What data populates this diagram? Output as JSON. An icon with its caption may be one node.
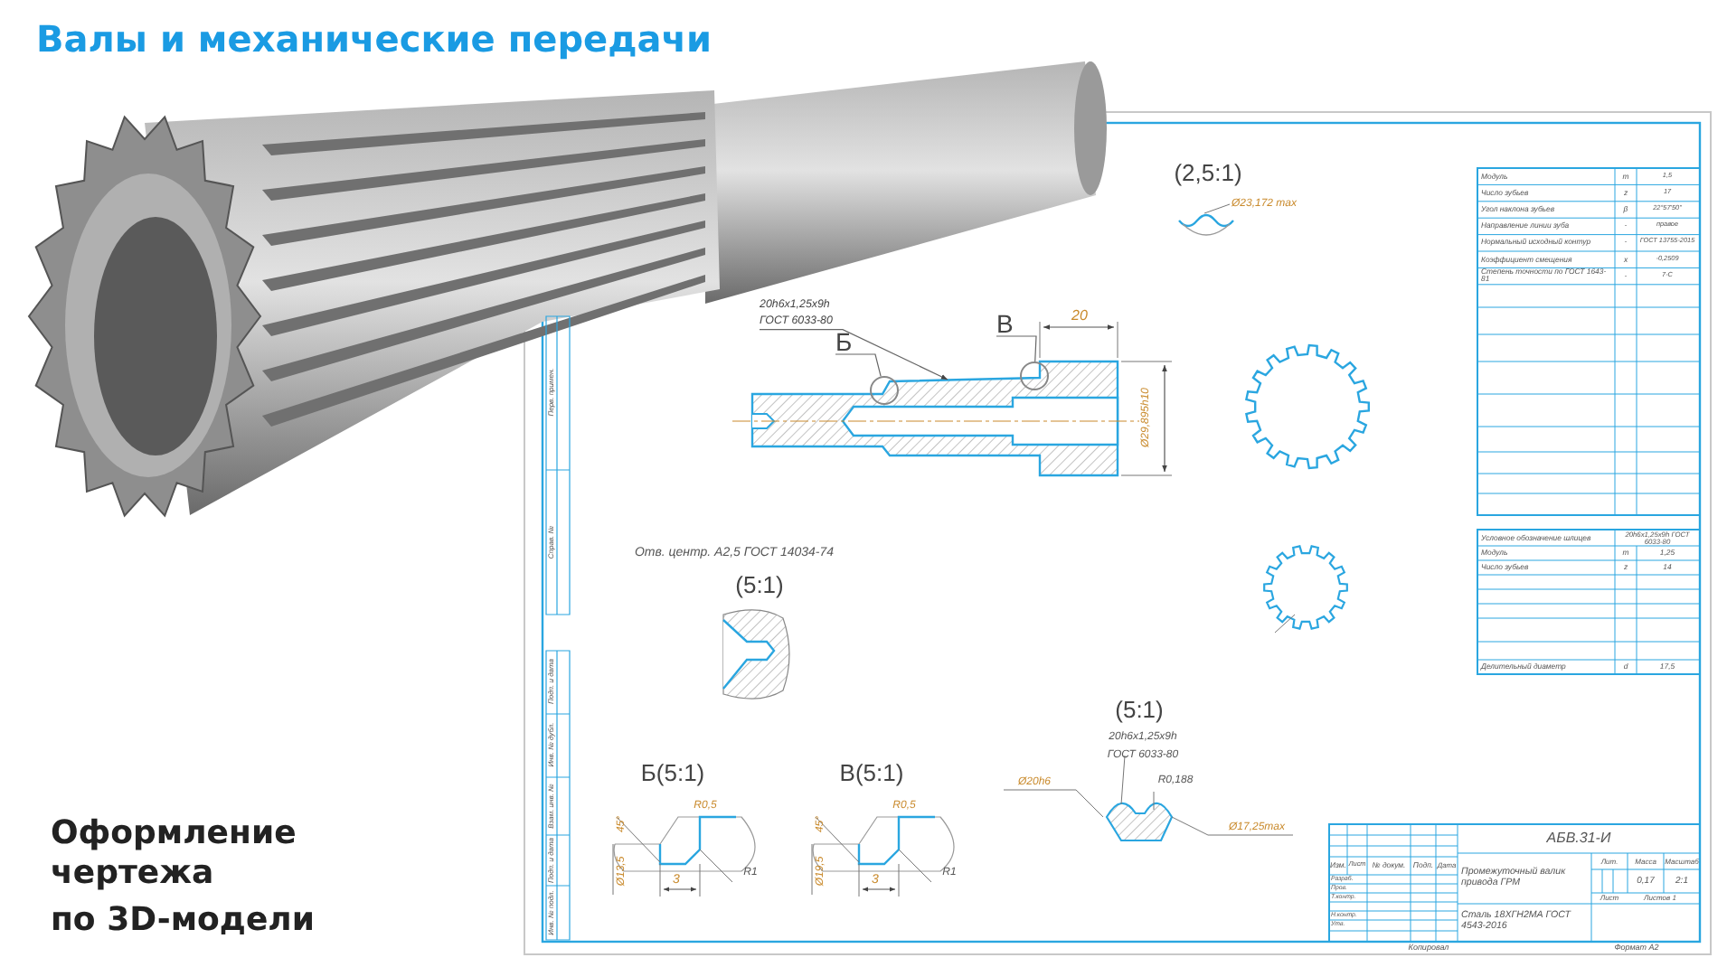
{
  "diagram": {
    "title": "Валы и механические передачи",
    "nodes": [
      {
        "text": [
          "Б"
        ]
      },
      {
        "text": [],
        "shape": "circle"
      },
      {
        "text": [
          "В"
        ]
      },
      {
        "text": [],
        "shape": "circle"
      },
      {
        "text": [
          "20h6x1,25x9h ГОСТ 6033-80"
        ]
      }
    ],
    "edges": [
      {
        "from": 0,
        "to": 1,
        "arrow": "none"
      },
      {
        "from": 2,
        "to": 3,
        "arrow": "none"
      },
      {
        "from": 4,
        "to": null,
        "arrow": "to"
      }
    ],
    "labels": [
      "(2,5:1)",
      "Ø23,172 max",
      "20",
      "Ø29,895h10",
      "Отв. центр. A2,5 ГОСТ 14034-74",
      "(5:1)",
      "Б(5:1)",
      "45°",
      "R0,5",
      "Ø13,5",
      "3",
      "R1",
      "В(5:1)",
      "45°",
      "R0,5",
      "Ø19,5",
      "3",
      "R1",
      "(5:1)",
      "20h6x1,25x9h",
      "ГОСТ 6033-80",
      "Ø20h6",
      "R0,188",
      "Ø17,25max",
      "Оформление",
      "чертежа",
      "по 3D-модели",
      "Модуль",
      "m",
      "1,5",
      "Число зубьев",
      "z",
      "17",
      "Угол наклона зубьев",
      "β",
      "22°57'50\"",
      "Направление линии зуба",
      "-",
      "правое",
      "Нормальный исходный контур",
      "-",
      "ГОСТ 13755-2015",
      "Коэффициент смещения",
      "x",
      "-0,2509",
      "Степень точности по ГОСТ 1643-81",
      "-",
      "7-С",
      "Условное обозначение шлицев",
      "20h6x1,25x9h ГОСТ 6033-80",
      "Модуль",
      "m",
      "1,25",
      "Число зубьев",
      "z",
      "14",
      "Делительный диаметр",
      "d",
      "17,5",
      "АБВ.31-И",
      "Промежуточный валик привода ГРМ",
      "Сталь 18ХГН2МА ГОСТ 4543-2016",
      "Лит.",
      "Масса",
      "Масштаб",
      "0,17",
      "2:1",
      "Лист",
      "Листов 1",
      "Изм.",
      "Лист",
      "№ докум.",
      "Подп.",
      "Дата",
      "Разраб.",
      "Пров.",
      "Т.контр.",
      "Н.контр.",
      "Утв.",
      "Копировал",
      "Формат A2",
      "Перв. примен.",
      "Справ. №",
      "Подп. и дата",
      "Инв. № дубл.",
      "Взам. инв. №",
      "Подп. и дата",
      "Инв. № подл."
    ]
  }
}
